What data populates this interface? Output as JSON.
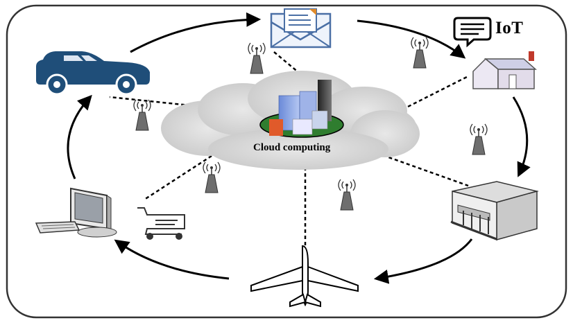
{
  "title": "IoT",
  "center": {
    "label": "Cloud computing",
    "icon": "city-buildings-icon"
  },
  "nodes": [
    {
      "name": "car",
      "icon": "car-icon"
    },
    {
      "name": "mail",
      "icon": "envelope-icon"
    },
    {
      "name": "house",
      "icon": "house-icon"
    },
    {
      "name": "bank",
      "icon": "bank-building-icon"
    },
    {
      "name": "airplane",
      "icon": "airplane-icon"
    },
    {
      "name": "computer",
      "icon": "desktop-computer-icon"
    },
    {
      "name": "shopping-cart",
      "icon": "shopping-cart-icon"
    }
  ],
  "colors": {
    "car": "#1f4e79",
    "cloud": "#d4d4d4",
    "line": "#000000",
    "frame": "#333333"
  }
}
